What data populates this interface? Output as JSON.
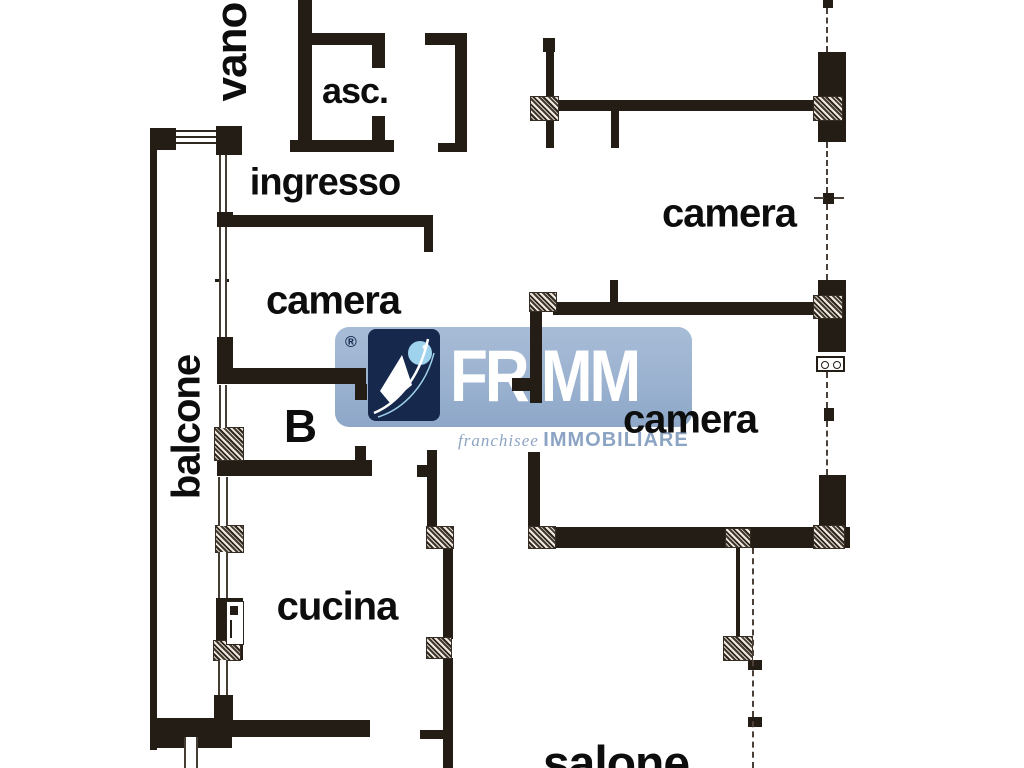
{
  "page": {
    "background": "#ffffff"
  },
  "colors": {
    "wall": "#241d16",
    "label": "#0d0d0d",
    "logo_background": "#9bb2d0",
    "logo_mark_background": "#16294d",
    "logo_wordmark": "#ffffff",
    "logo_subtitle": "#8ba4c3",
    "logo_circle": "#9fd2ec"
  },
  "rooms": [
    {
      "id": "vano",
      "label": "vano",
      "orientation": "vertical"
    },
    {
      "id": "ascensore",
      "label": "asc.",
      "orientation": "horizontal"
    },
    {
      "id": "ingresso",
      "label": "ingresso",
      "orientation": "horizontal"
    },
    {
      "id": "camera-nw",
      "label": "camera",
      "orientation": "horizontal"
    },
    {
      "id": "camera-ne",
      "label": "camera",
      "orientation": "horizontal"
    },
    {
      "id": "bagno",
      "label": "B",
      "orientation": "horizontal"
    },
    {
      "id": "balcone",
      "label": "balcone",
      "orientation": "vertical"
    },
    {
      "id": "cucina",
      "label": "cucina",
      "orientation": "horizontal"
    },
    {
      "id": "camera-se",
      "label": "camera",
      "orientation": "horizontal"
    },
    {
      "id": "salone",
      "label": "salone",
      "orientation": "horizontal"
    }
  ],
  "logo": {
    "registered": "®",
    "brand": "FRIMM",
    "subtitle_prefix": "franchisee",
    "subtitle_main": "IMMOBILIARE"
  }
}
